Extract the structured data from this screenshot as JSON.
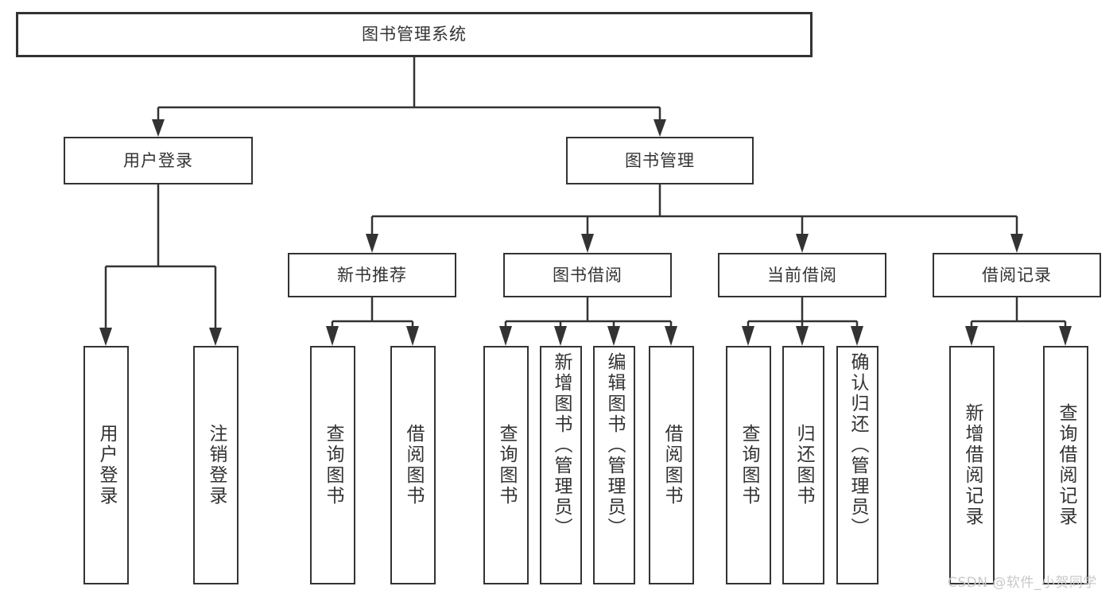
{
  "diagram": {
    "type": "tree",
    "title": "图书管理系统",
    "root": {
      "label": "图书管理系统"
    },
    "level1": [
      {
        "label": "用户登录"
      },
      {
        "label": "图书管理"
      }
    ],
    "level2": [
      {
        "label": "新书推荐"
      },
      {
        "label": "图书借阅"
      },
      {
        "label": "当前借阅"
      },
      {
        "label": "借阅记录"
      }
    ],
    "leaves": {
      "user_login": [
        {
          "label": "用户登录"
        },
        {
          "label": "注销登录"
        }
      ],
      "new_book_recommend": [
        {
          "label": "查询图书"
        },
        {
          "label": "借阅图书"
        }
      ],
      "book_borrow": [
        {
          "label": "查询图书"
        },
        {
          "label": "新增图书（管理员）"
        },
        {
          "label": "编辑图书（管理员）"
        },
        {
          "label": "借阅图书"
        }
      ],
      "current_borrow": [
        {
          "label": "查询图书"
        },
        {
          "label": "归还图书"
        },
        {
          "label": "确认归还（管理员）"
        }
      ],
      "borrow_record": [
        {
          "label": "新增借阅记录"
        },
        {
          "label": "查询借阅记录"
        }
      ]
    },
    "watermark": "CSDN @软件_小贺同学",
    "colors": {
      "stroke": "#333333",
      "fill": "#ffffff",
      "text": "#333333",
      "watermark": "#c9c9c9"
    }
  }
}
